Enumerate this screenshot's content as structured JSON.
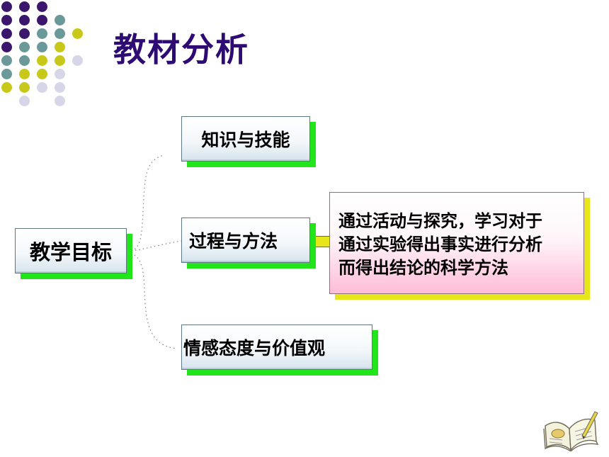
{
  "slide": {
    "title": "教材分析",
    "root_label": "教学目标",
    "branches": [
      {
        "label": "知识与技能"
      },
      {
        "label": "过程与方法"
      },
      {
        "label": "情感态度与价值观"
      }
    ],
    "process_description_lines": [
      "通过活动与探究，学习对于",
      "通过实验得出事实进行分析",
      "而得出结论的科学方法"
    ]
  },
  "colors": {
    "title": "#2e0a73",
    "box_shadow_green": "#22e41b",
    "callout_shadow_yellow": "#e6e61a",
    "callout_face_pink": "#ffbcd7",
    "dot_purple": "#3a166d",
    "dot_teal": "#6b9999",
    "dot_yellow": "#c8c81a",
    "dot_lavender": "#d6d6e8"
  },
  "icons": {
    "corner_decoration": "dot-grid-decoration",
    "book": "open-book-pen-icon"
  }
}
